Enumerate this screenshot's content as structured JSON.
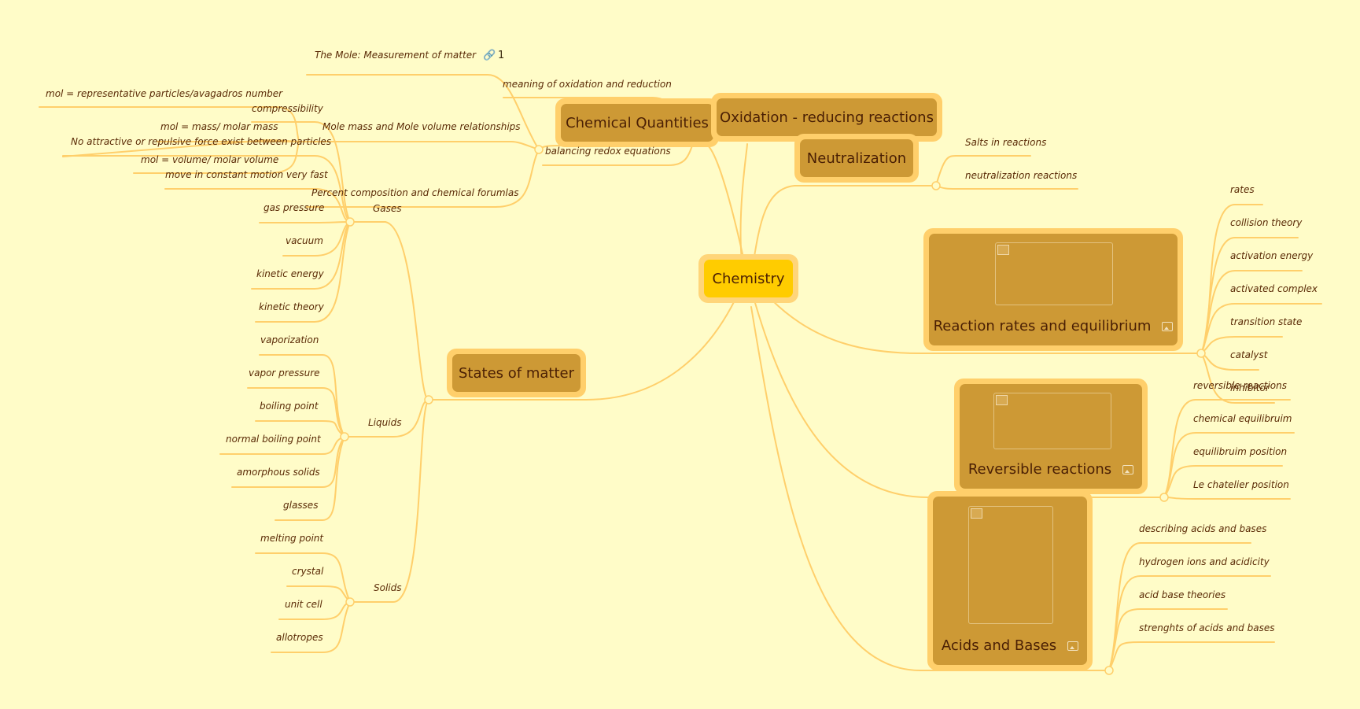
{
  "central": "Chemistry",
  "topics": {
    "chemical_quantities": "Chemical Quantities",
    "oxidation": "Oxidation - reducing reactions",
    "neutralization": "Neutralization",
    "states_of_matter": "States of matter",
    "reaction_rates": "Reaction rates and equilibrium",
    "reversible": "Reversible reactions",
    "acids_bases": "Acids and Bases"
  },
  "chemical_quantities_items": {
    "mole": "The Mole: Measurement of matter",
    "mole_link_count": "1",
    "mole_mass_volume": "Mole mass and Mole volume relationships",
    "percent_composition": "Percent composition and chemical forumlas",
    "formula_1": "mol = representative particles/avagadros number",
    "formula_2": "mol = mass/ molar mass",
    "formula_3": "mol = volume/ molar volume"
  },
  "oxidation_items": {
    "meaning": "meaning of oxidation and reduction",
    "balancing": "balancing redox equations"
  },
  "neutralization_items": {
    "salts": "Salts in reactions",
    "reactions": "neutralization reactions"
  },
  "states_items": {
    "gases": "Gases",
    "liquids": "Liquids",
    "solids": "Solids",
    "gases_children": [
      "compressibility",
      "No attractive or repulsive force exist between particles",
      "move in constant motion very fast",
      "gas pressure",
      "vacuum",
      "kinetic energy",
      "kinetic theory"
    ],
    "liquids_children": [
      "vaporization",
      "vapor pressure",
      "boiling point",
      "normal boiling point",
      "amorphous solids",
      "glasses"
    ],
    "solids_children": [
      "melting point",
      "crystal",
      "unit cell",
      "allotropes"
    ]
  },
  "reaction_rates_items": [
    "rates",
    "collision theory",
    "activation energy",
    "activated complex",
    "transition state",
    "catalyst",
    "inhibitor"
  ],
  "reversible_items": [
    "reversible reactions",
    "chemical equilibruim",
    "equilibruim position",
    "Le chatelier position"
  ],
  "acids_items": [
    "describing acids and bases",
    "hydrogen ions and acidicity",
    "acid base theories",
    "strenghts of acids and bases"
  ],
  "colors": {
    "background": "#fffcc8",
    "line": "#ffcf6b",
    "topic_fill": "#cd9935",
    "central_fill": "#ffcc00",
    "text": "#5a2a06"
  }
}
